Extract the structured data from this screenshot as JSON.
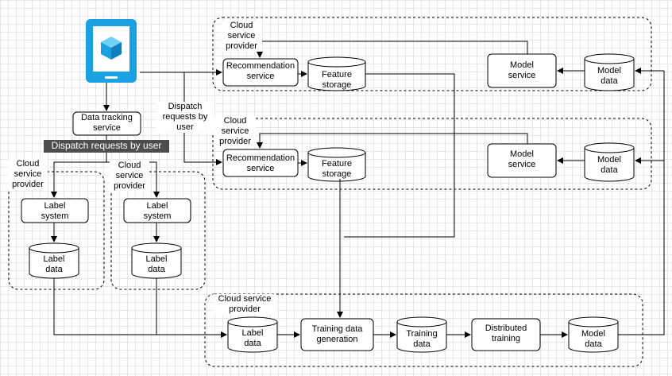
{
  "labels": {
    "data_tracking_service": "Data tracking\nservice",
    "dispatch_banner": "Dispatch requests by user",
    "dispatch_requests": "Dispatch\nrequests by\nuser",
    "cloud_provider": "Cloud\nservice\nprovider",
    "cloud_provider_bottom": "Cloud service\nprovider",
    "recommendation_service": "Recommendation\nservice",
    "feature_storage": "Feature\nstorage",
    "model_service": "Model\nservice",
    "model_data": "Model\ndata",
    "label_system": "Label\nsystem",
    "label_data": "Label\ndata",
    "training_data_generation": "Training data\ngeneration",
    "training_data": "Training\ndata",
    "distributed_training": "Distributed\ntraining"
  },
  "icons": {
    "device": "mobile-device-with-cube-icon"
  },
  "colors": {
    "phone": "#1ba1e2",
    "banner": "#4d4d4d",
    "banner_text": "#ffffff",
    "stroke": "#000000"
  }
}
